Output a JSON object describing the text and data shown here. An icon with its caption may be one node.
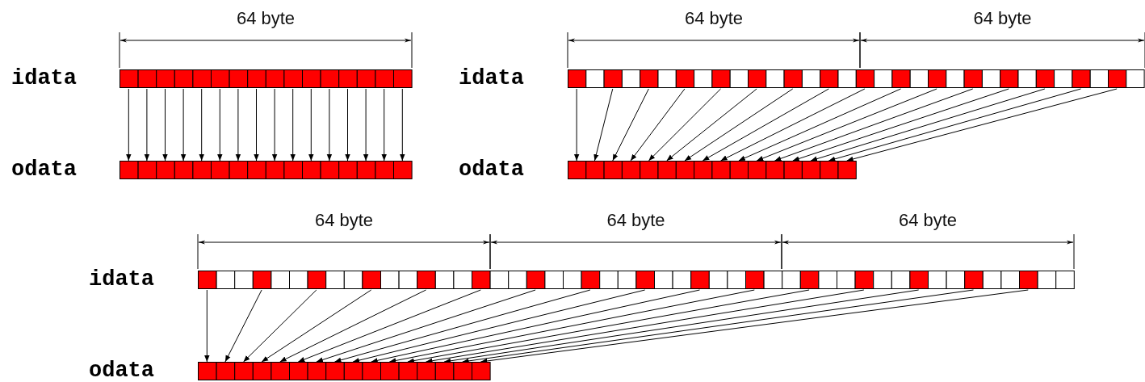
{
  "diagram": {
    "nodes": [
      {
        "text": [
          "idata"
        ]
      },
      {
        "text": [
          "odata"
        ]
      },
      {
        "text": [
          "idata"
        ]
      },
      {
        "text": [
          "odata"
        ]
      },
      {
        "text": [
          "idata"
        ]
      },
      {
        "text": [
          "odata"
        ]
      }
    ],
    "edges": [
      {
        "from": 0,
        "to": 1,
        "arrow": "to"
      },
      {
        "from": 0,
        "to": 1,
        "arrow": "to"
      },
      {
        "from": 0,
        "to": 1,
        "arrow": "to"
      },
      {
        "from": 0,
        "to": 1,
        "arrow": "to"
      },
      {
        "from": 0,
        "to": 1,
        "arrow": "to"
      },
      {
        "from": 0,
        "to": 1,
        "arrow": "to"
      },
      {
        "from": 0,
        "to": 1,
        "arrow": "to"
      },
      {
        "from": 0,
        "to": 1,
        "arrow": "to"
      },
      {
        "from": 0,
        "to": 1,
        "arrow": "to"
      },
      {
        "from": 0,
        "to": 1,
        "arrow": "to"
      },
      {
        "from": 0,
        "to": 1,
        "arrow": "to"
      },
      {
        "from": 0,
        "to": 1,
        "arrow": "to"
      },
      {
        "from": 0,
        "to": 1,
        "arrow": "to"
      },
      {
        "from": 0,
        "to": 1,
        "arrow": "to"
      },
      {
        "from": 0,
        "to": 1,
        "arrow": "to"
      },
      {
        "from": 0,
        "to": 1,
        "arrow": "to"
      },
      {
        "from": 2,
        "to": 3,
        "arrow": "to"
      },
      {
        "from": 2,
        "to": 3,
        "arrow": "to"
      },
      {
        "from": 2,
        "to": 3,
        "arrow": "to"
      },
      {
        "from": 2,
        "to": 3,
        "arrow": "to"
      },
      {
        "from": 2,
        "to": 3,
        "arrow": "to"
      },
      {
        "from": 2,
        "to": 3,
        "arrow": "to"
      },
      {
        "from": 2,
        "to": 3,
        "arrow": "to"
      },
      {
        "from": 2,
        "to": 3,
        "arrow": "to"
      },
      {
        "from": 2,
        "to": 3,
        "arrow": "to"
      },
      {
        "from": 2,
        "to": 3,
        "arrow": "to"
      },
      {
        "from": 2,
        "to": 3,
        "arrow": "to"
      },
      {
        "from": 2,
        "to": 3,
        "arrow": "to"
      },
      {
        "from": 2,
        "to": 3,
        "arrow": "to"
      },
      {
        "from": 2,
        "to": 3,
        "arrow": "to"
      },
      {
        "from": 2,
        "to": 3,
        "arrow": "to"
      },
      {
        "from": 2,
        "to": 3,
        "arrow": "to"
      },
      {
        "from": 4,
        "to": 5,
        "arrow": "to"
      },
      {
        "from": 4,
        "to": 5,
        "arrow": "to"
      },
      {
        "from": 4,
        "to": 5,
        "arrow": "to"
      },
      {
        "from": 4,
        "to": 5,
        "arrow": "to"
      },
      {
        "from": 4,
        "to": 5,
        "arrow": "to"
      },
      {
        "from": 4,
        "to": 5,
        "arrow": "to"
      },
      {
        "from": 4,
        "to": 5,
        "arrow": "to"
      },
      {
        "from": 4,
        "to": 5,
        "arrow": "to"
      },
      {
        "from": 4,
        "to": 5,
        "arrow": "to"
      },
      {
        "from": 4,
        "to": 5,
        "arrow": "to"
      },
      {
        "from": 4,
        "to": 5,
        "arrow": "to"
      },
      {
        "from": 4,
        "to": 5,
        "arrow": "to"
      },
      {
        "from": 4,
        "to": 5,
        "arrow": "to"
      },
      {
        "from": 4,
        "to": 5,
        "arrow": "to"
      },
      {
        "from": 4,
        "to": 5,
        "arrow": "to"
      },
      {
        "from": 4,
        "to": 5,
        "arrow": "to"
      }
    ],
    "labels": [
      "64 byte",
      "64 byte",
      "64 byte",
      "64 byte",
      "64 byte",
      "64 byte"
    ]
  }
}
